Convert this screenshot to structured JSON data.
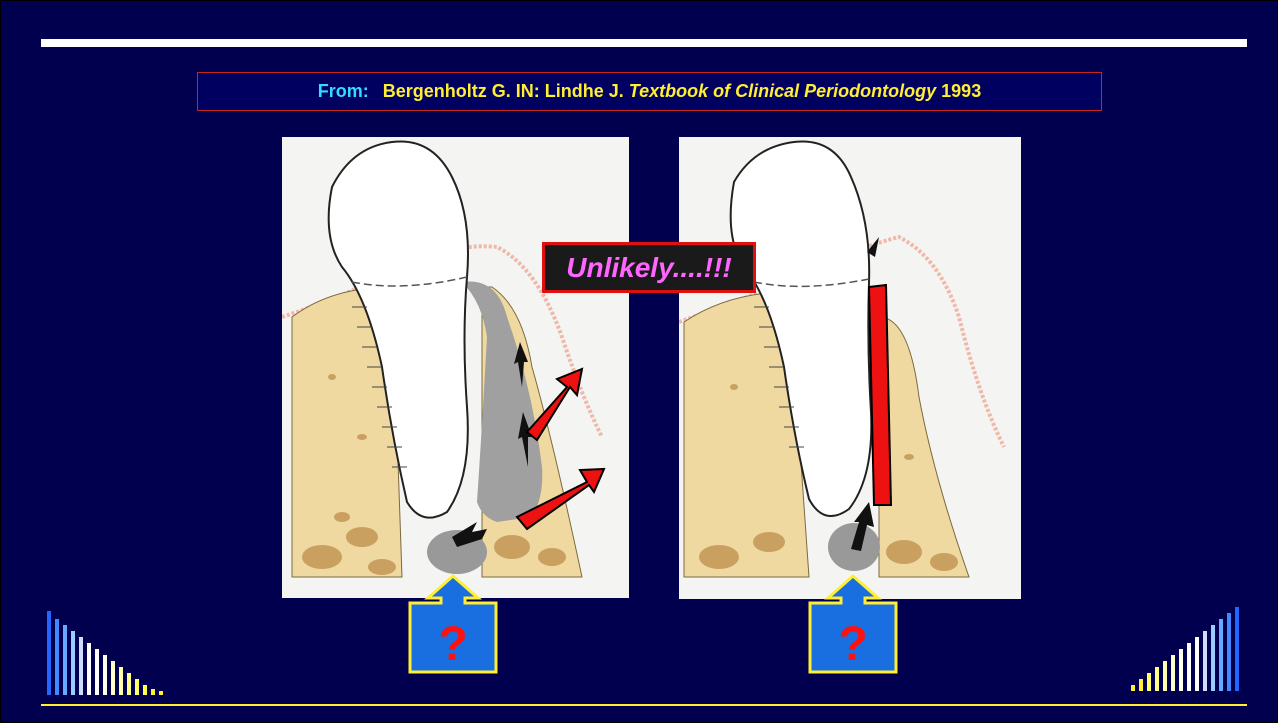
{
  "citation": {
    "from": "From:",
    "author": "Bergenholtz G. IN: Lindhe J.",
    "title": "Textbook of Clinical Periodontology",
    "year": "1993"
  },
  "callout": {
    "text": "Unlikely....!!!"
  },
  "left_panel": {
    "question": "?"
  },
  "right_panel": {
    "question": "?"
  },
  "colors": {
    "background": "#00004f",
    "arrow_red": "#ee1111",
    "highlight_yellow": "#ffee33",
    "from_cyan": "#33ddff",
    "callout_pink": "#ff66ff",
    "bone": "#efd9a0",
    "question_box_blue": "#1a6fe0"
  },
  "icons": [
    "red-arrow-icon",
    "black-arrow-icon",
    "question-arrow-icon",
    "bars-decoration-icon"
  ]
}
